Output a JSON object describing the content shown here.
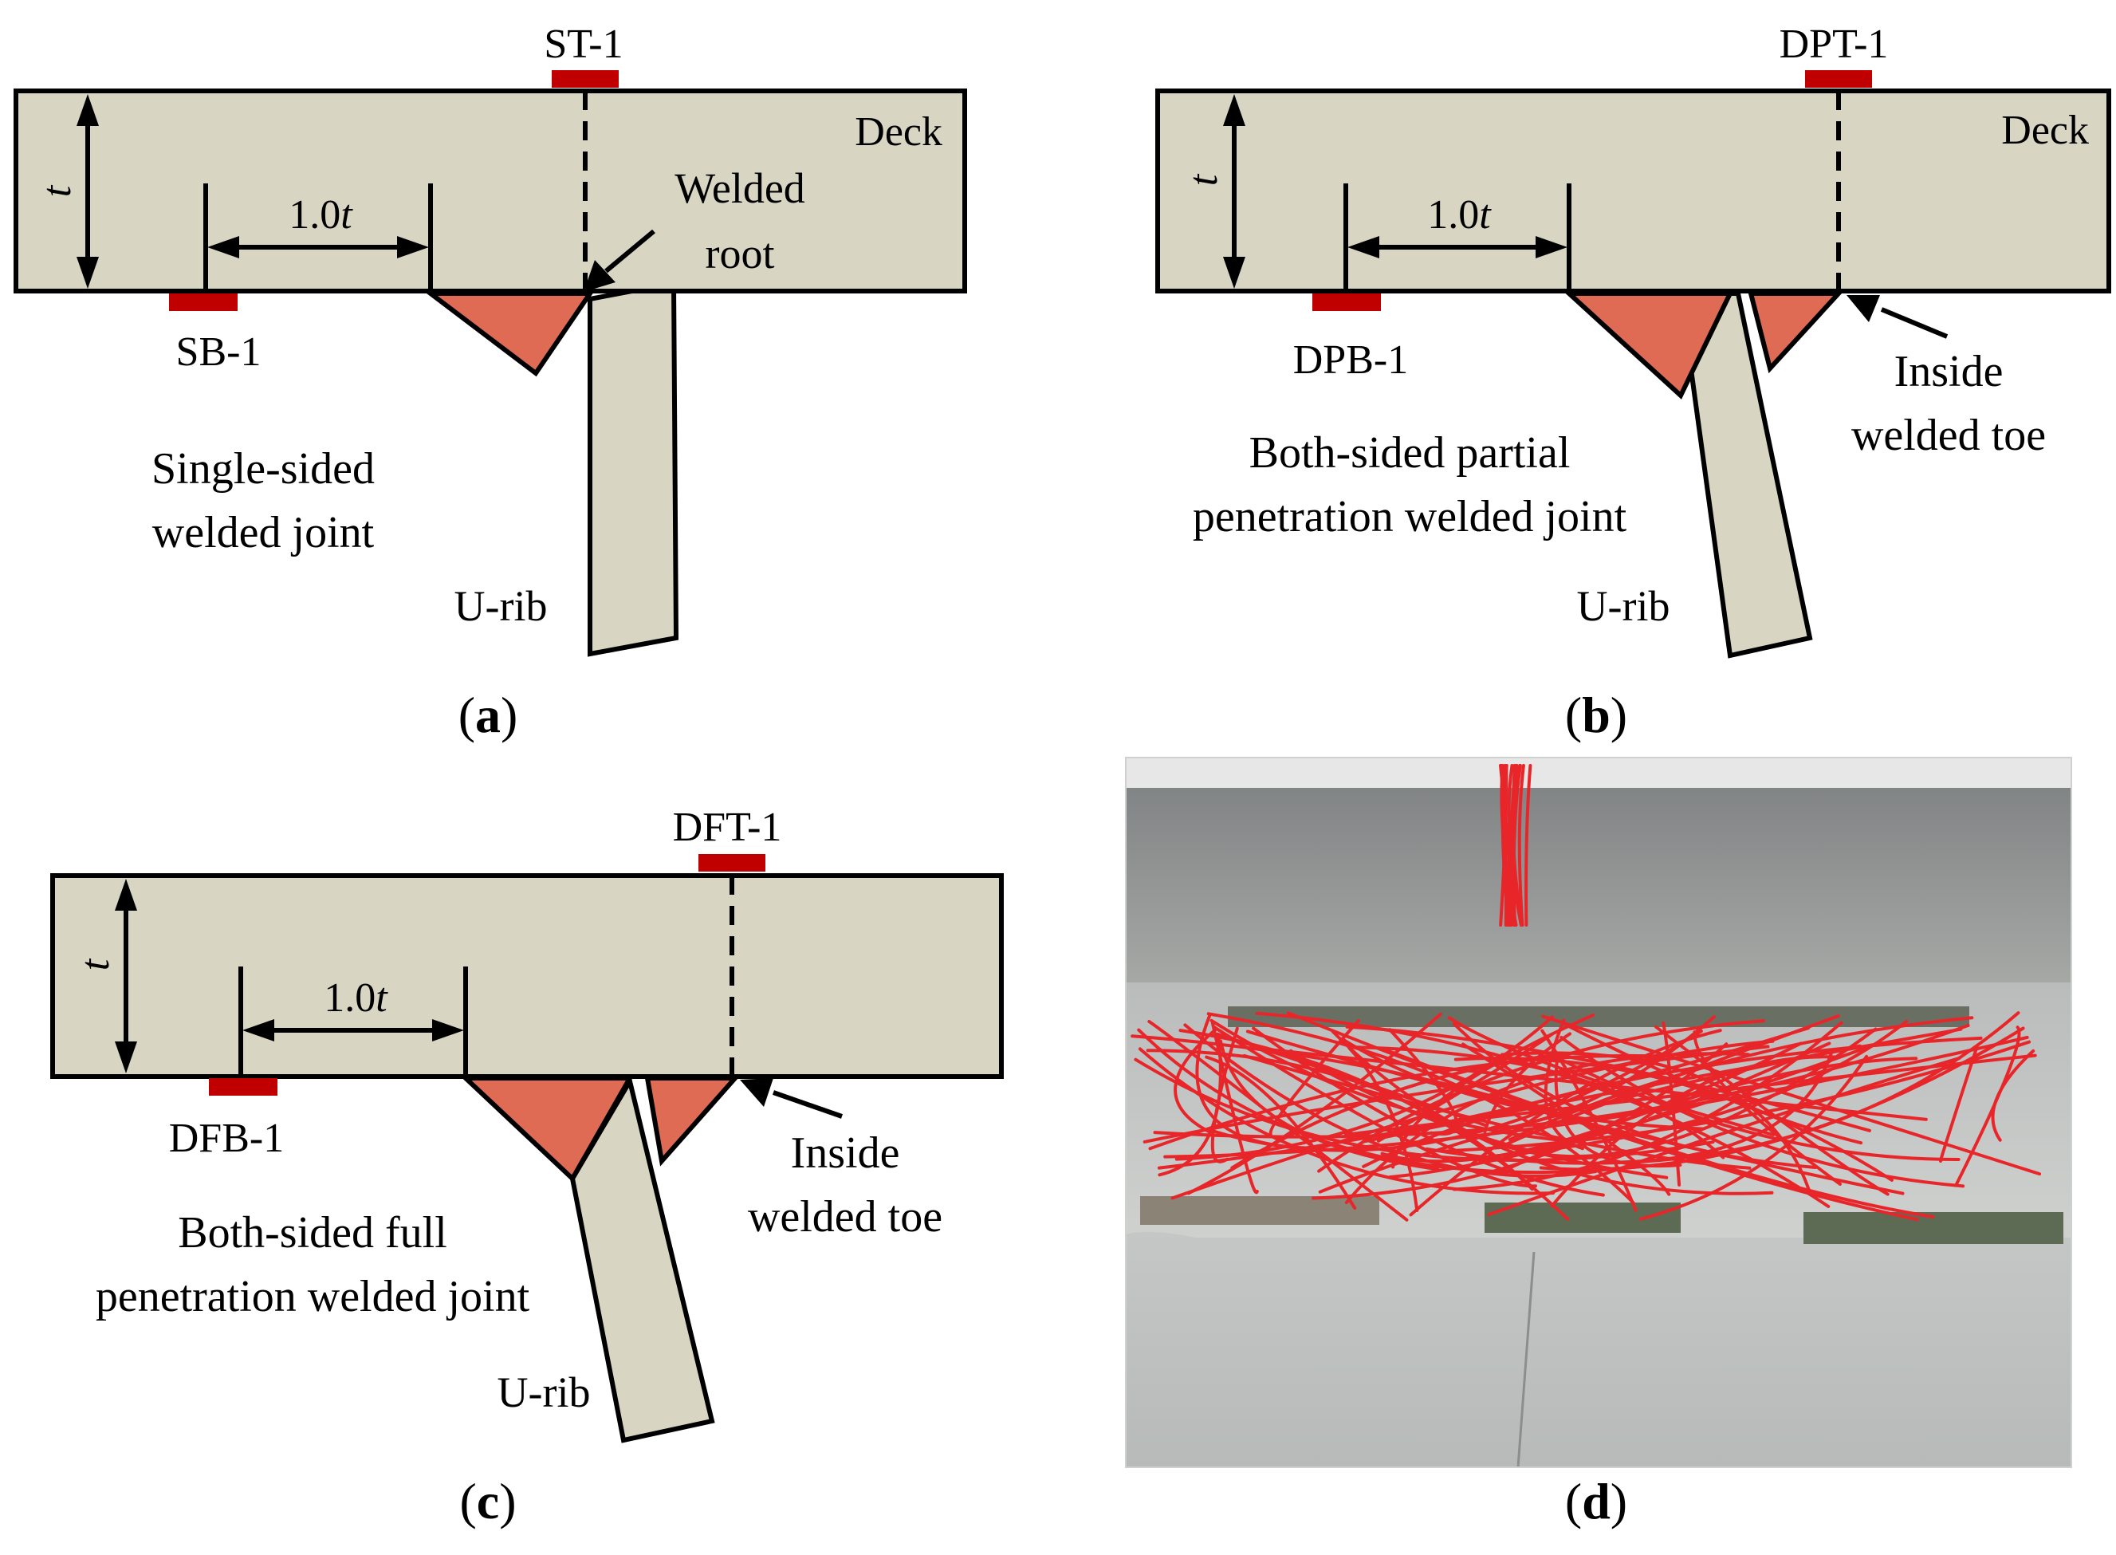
{
  "panel_a": {
    "top_gauge": "ST-1",
    "bottom_gauge": "SB-1",
    "plate_label": "Deck",
    "thickness_symbol": "t",
    "spacing_number": "1.0",
    "spacing_symbol": "t",
    "annotation_line1": "Welded",
    "annotation_line2": "root",
    "joint_line1": "Single-sided",
    "joint_line2": "welded joint",
    "rib_label": "U-rib",
    "caption_open": "(",
    "caption_letter": "a",
    "caption_close": ")"
  },
  "panel_b": {
    "top_gauge": "DPT-1",
    "bottom_gauge": "DPB-1",
    "plate_label": "Deck",
    "thickness_symbol": "t",
    "spacing_number": "1.0",
    "spacing_symbol": "t",
    "annotation_line1": "Inside",
    "annotation_line2": "welded toe",
    "joint_line1": "Both-sided  partial",
    "joint_line2": "penetration welded joint",
    "rib_label": "U-rib",
    "caption_open": "(",
    "caption_letter": "b",
    "caption_close": ")"
  },
  "panel_c": {
    "top_gauge": "DFT-1",
    "bottom_gauge": "DFB-1",
    "thickness_symbol": "t",
    "spacing_number": "1.0",
    "spacing_symbol": "t",
    "annotation_line1": "Inside",
    "annotation_line2": "welded toe",
    "joint_line1": "Both-sided  full",
    "joint_line2": "penetration welded joint",
    "rib_label": "U-rib",
    "caption_open": "(",
    "caption_letter": "c",
    "caption_close": ")"
  },
  "panel_d": {
    "caption_open": "(",
    "caption_letter": "d",
    "caption_close": ")"
  },
  "colors": {
    "plate": "#d8d6c3",
    "weld": "#df6b54",
    "gauge": "#c00000",
    "wires": "#e8262a"
  }
}
